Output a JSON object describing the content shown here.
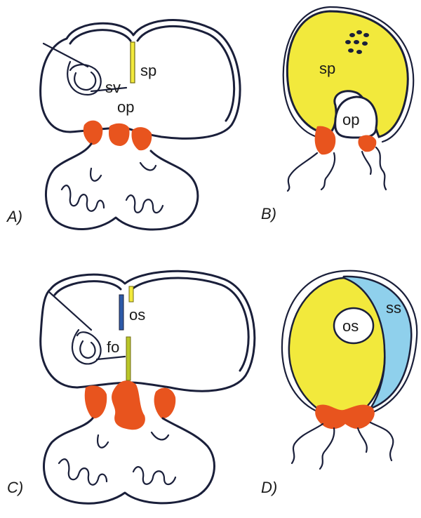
{
  "colors": {
    "outline": "#1a1f3a",
    "septum_primum": "#f2e93c",
    "septum_secundum": "#8fd0ec",
    "endocardial_cushion": "#e8541e"
  },
  "panels": {
    "a": {
      "panel_label": "A)",
      "labels": {
        "sp": "sp",
        "sv": "sv",
        "op": "op"
      }
    },
    "b": {
      "panel_label": "B)",
      "labels": {
        "sp": "sp",
        "op": "op"
      }
    },
    "c": {
      "panel_label": "C)",
      "labels": {
        "os": "os",
        "fo": "fo"
      }
    },
    "d": {
      "panel_label": "D)",
      "labels": {
        "os": "os",
        "ss": "ss"
      }
    }
  }
}
